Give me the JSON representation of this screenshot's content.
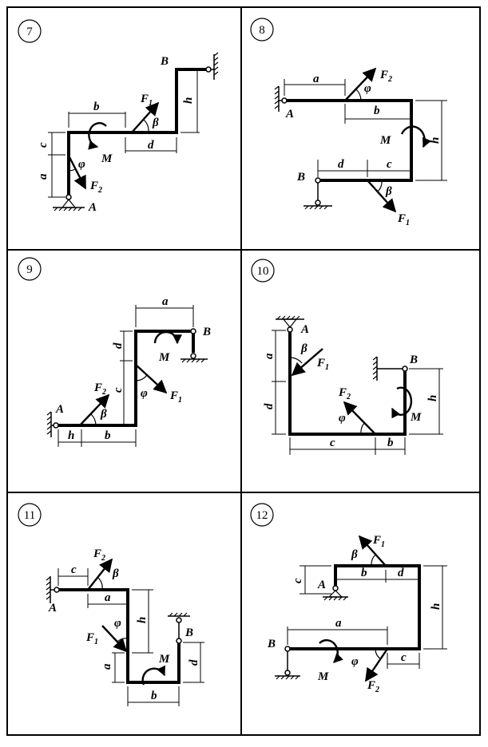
{
  "panels": {
    "p7": {
      "number": "7",
      "labels": {
        "a": "a",
        "b": "b",
        "c": "c",
        "d": "d",
        "h": "h",
        "A": "A",
        "B": "B",
        "M": "M",
        "F1": "F",
        "F1s": "1",
        "F2": "F",
        "F2s": "2",
        "phi": "φ",
        "beta": "β"
      }
    },
    "p8": {
      "number": "8",
      "labels": {
        "a": "a",
        "b": "b",
        "c": "c",
        "d": "d",
        "h": "h",
        "A": "A",
        "B": "B",
        "M": "M",
        "F1": "F",
        "F1s": "1",
        "F2": "F",
        "F2s": "2",
        "phi": "φ",
        "beta": "β"
      }
    },
    "p9": {
      "number": "9",
      "labels": {
        "a": "a",
        "b": "b",
        "c": "c",
        "d": "d",
        "h": "h",
        "A": "A",
        "B": "B",
        "M": "M",
        "F1": "F",
        "F1s": "1",
        "F2": "F",
        "F2s": "2",
        "phi": "φ",
        "beta": "β"
      }
    },
    "p10": {
      "number": "10",
      "labels": {
        "a": "a",
        "b": "b",
        "c": "c",
        "d": "d",
        "h": "h",
        "A": "A",
        "B": "B",
        "M": "M",
        "F1": "F",
        "F1s": "1",
        "F2": "F",
        "F2s": "2",
        "phi": "φ",
        "beta": "β"
      }
    },
    "p11": {
      "number": "11",
      "labels": {
        "a": "a",
        "b": "b",
        "c": "c",
        "d": "d",
        "h": "h",
        "A": "A",
        "B": "B",
        "M": "M",
        "F1": "F",
        "F1s": "1",
        "F2": "F",
        "F2s": "2",
        "phi": "φ",
        "beta": "β"
      }
    },
    "p12": {
      "number": "12",
      "labels": {
        "a": "a",
        "b": "b",
        "c": "c",
        "d": "d",
        "h": "h",
        "A": "A",
        "B": "B",
        "M": "M",
        "F1": "F",
        "F1s": "1",
        "F2": "F",
        "F2s": "2",
        "phi": "φ",
        "beta": "β"
      }
    }
  }
}
